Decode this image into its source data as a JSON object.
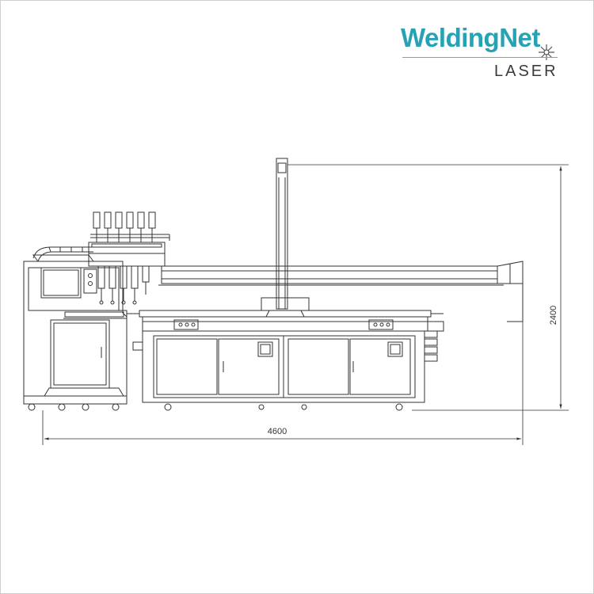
{
  "logo": {
    "brand": "WeldingNet",
    "sub": "LASER",
    "accent_color": "#26a2b4",
    "icon": "laser-spark-icon"
  },
  "dimensions": {
    "width_label": "4600",
    "height_label": "2400"
  },
  "colors": {
    "line": "#333333",
    "frame": "#cfcfcf"
  }
}
